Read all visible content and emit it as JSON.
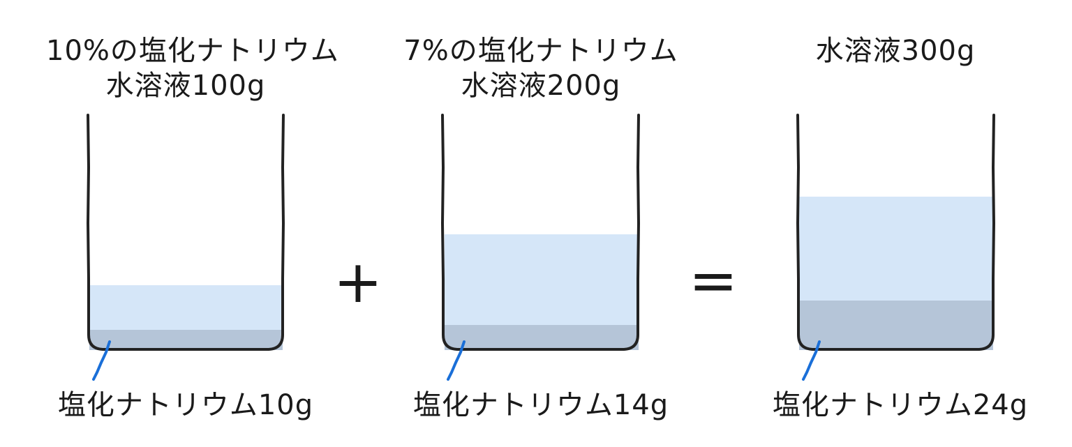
{
  "colors": {
    "water": "#d5e6f8",
    "salt": "#b5c5d8",
    "outline": "#222222",
    "pointer": "#1a6fd8"
  },
  "beakers": [
    {
      "title_line1": "10%の塩化ナトリウム",
      "title_line2": "水溶液100g",
      "caption": "塩化ナトリウム10g",
      "solution_fraction": 0.32,
      "salt_fraction": 0.1
    },
    {
      "title_line1": "7%の塩化ナトリウム",
      "title_line2": "水溶液200g",
      "caption": "塩化ナトリウム14g",
      "solution_fraction": 0.48,
      "salt_fraction": 0.1
    },
    {
      "title_line1": "",
      "title_line2": "水溶液300g",
      "caption": "塩化ナトリウム24g",
      "solution_fraction": 0.65,
      "salt_fraction": 0.22
    }
  ],
  "operators": {
    "plus": "+",
    "equals": "="
  }
}
